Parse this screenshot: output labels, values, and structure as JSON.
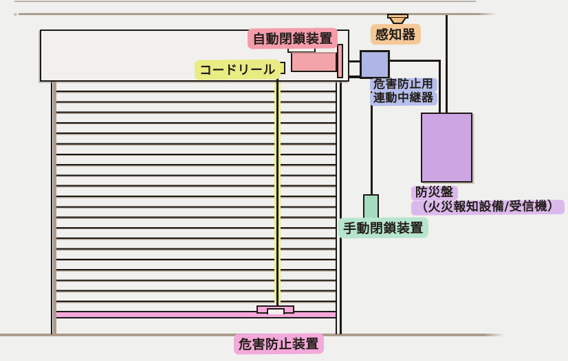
{
  "diagram": {
    "labels": {
      "auto_close": "自動閉鎖装置",
      "detector": "感知器",
      "cord_reel": "コードリール",
      "relay_line1": "危害防止用",
      "relay_line2": "連動中継器",
      "panel_line1": "防災盤",
      "panel_line2": "（火災報知設備/受信機）",
      "manual_close": "手動閉鎖装置",
      "harm_prevention": "危害防止装置"
    }
  },
  "colors": {
    "bg": "#f0f0ef",
    "case-fill": "#f1f0ee",
    "line-dark": "#1c1814",
    "line-tan": "#ab9c8b",
    "pink-fill": "#f2a4aa",
    "pink-hl": "#f59cab",
    "yellow-fill": "#e8eb72",
    "yellow-hl": "#e9ec83",
    "cord-band": "#ebee8e",
    "blue-fill": "#aeb6e6",
    "blue-hl": "#b6beec",
    "orange-fill": "#f2c285",
    "orange-hl": "#f5c897",
    "purple-fill": "#cda5e2",
    "purple-hl": "#dcb9ec",
    "green-fill": "#a5dcc0",
    "green-hl": "#b7e4cd",
    "magenta-fill": "#f5a8db",
    "magenta-hl": "#f3a9da"
  }
}
